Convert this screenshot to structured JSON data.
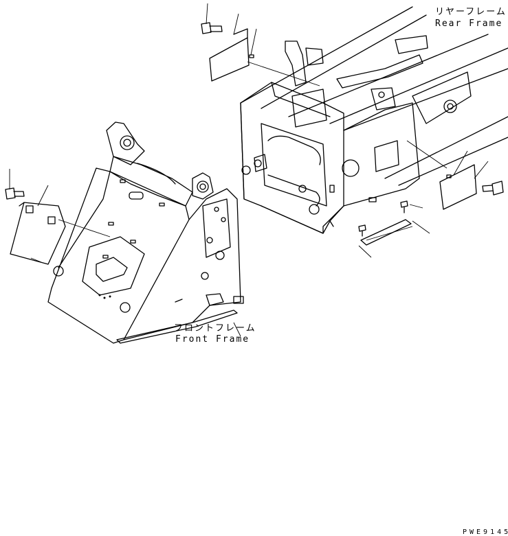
{
  "labels": {
    "rear_frame_jp": "リヤーフレーム",
    "rear_frame_en": "Rear Frame",
    "front_frame_jp": "フロントフレーム",
    "front_frame_en": "Front Frame",
    "drawing_code": "PWE9145"
  }
}
